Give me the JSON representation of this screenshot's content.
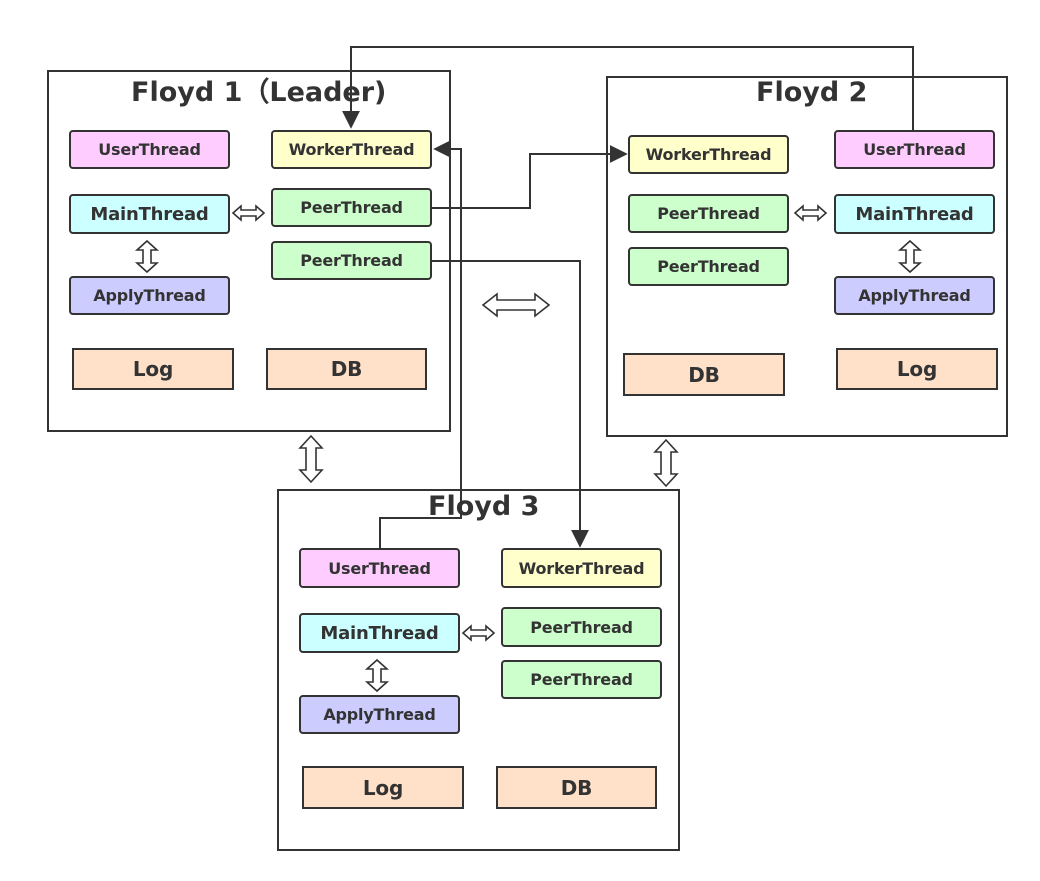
{
  "clusters": {
    "floyd1": {
      "title": "Floyd 1（Leader)"
    },
    "floyd2": {
      "title": "Floyd 2"
    },
    "floyd3": {
      "title": "Floyd 3"
    }
  },
  "labels": {
    "user_thread": "UserThread",
    "worker_thread": "WorkerThread",
    "peer_thread": "PeerThread",
    "main_thread": "MainThread",
    "apply_thread": "ApplyThread",
    "log": "Log",
    "db": "DB"
  },
  "colors": {
    "user_thread": "#ffccff",
    "worker_thread": "#ffffcc",
    "peer_thread": "#ccffcc",
    "main_thread": "#ccffff",
    "apply_thread": "#ccccff",
    "storage": "#ffe0c8",
    "stroke": "#333333"
  }
}
